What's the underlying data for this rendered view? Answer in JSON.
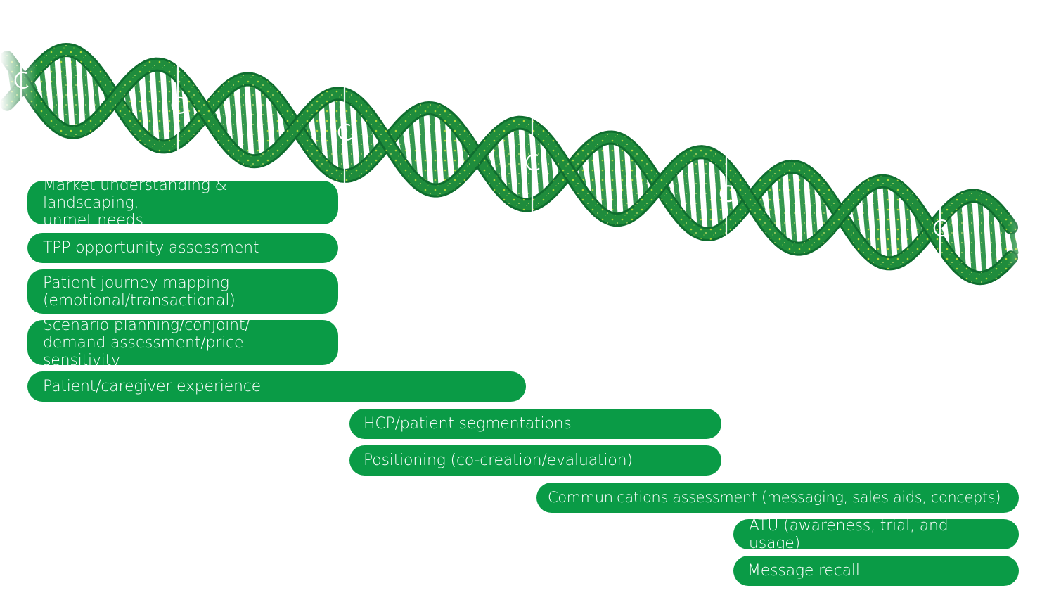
{
  "colors": {
    "pill_fill": "#0a9b46",
    "pill_text": "#ffffff",
    "helix_dark": "#0f6e2f",
    "helix_mid": "#1f8c3c",
    "helix_speckle": "#c8e63c",
    "backbone_line": "#ffffff"
  },
  "icons": {
    "helix": "dna-double-helix-icon",
    "markers": "timeline-marker-icon"
  },
  "stages": [
    {
      "id": "market",
      "label": "Market understanding & landscaping,\nunmet needs"
    },
    {
      "id": "tpp",
      "label": "TPP opportunity assessment"
    },
    {
      "id": "journey",
      "label": "Patient journey mapping\n(emotional/transactional)"
    },
    {
      "id": "scenario",
      "label": "Scenario planning/conjoint/\ndemand assessment/price sensitivity"
    },
    {
      "id": "experience",
      "label": "Patient/caregiver experience"
    },
    {
      "id": "segmentation",
      "label": "HCP/patient segmentations"
    },
    {
      "id": "positioning",
      "label": "Positioning (co-creation/evaluation)"
    },
    {
      "id": "communications",
      "label": "Communications assessment (messaging, sales aids, concepts)"
    },
    {
      "id": "atu",
      "label": "ATU (awareness, trial, and usage)"
    },
    {
      "id": "recall",
      "label": "Message recall"
    }
  ]
}
